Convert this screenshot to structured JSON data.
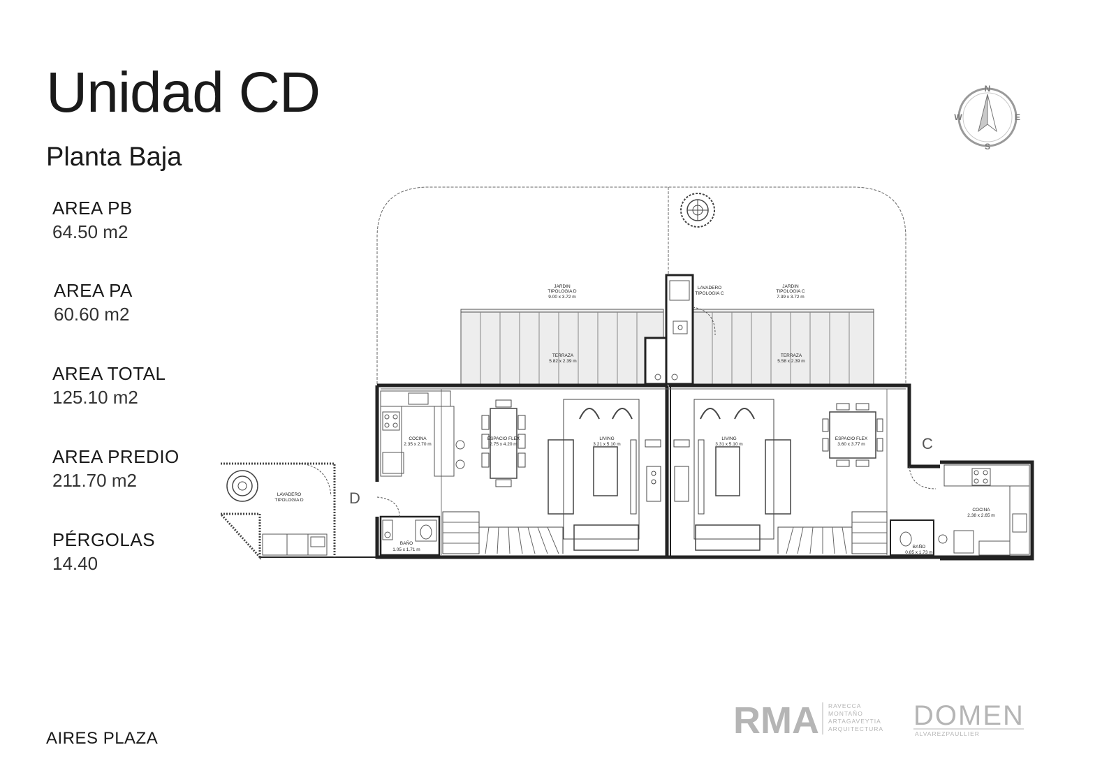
{
  "header": {
    "title": "Unidad CD",
    "subtitle": "Planta Baja"
  },
  "stats": [
    {
      "label": "AREA PB",
      "value": "64.50 m2"
    },
    {
      "label": "AREA PA",
      "value": "60.60 m2"
    },
    {
      "label": "AREA TOTAL",
      "value": "125.10 m2"
    },
    {
      "label": "AREA PREDIO",
      "value": "211.70 m2"
    },
    {
      "label": "PÉRGOLAS",
      "value": "14.40"
    }
  ],
  "footer": {
    "project": "AIRES PLAZA"
  },
  "compass": {
    "n": "N",
    "s": "S",
    "e": "E",
    "w": "W"
  },
  "plan": {
    "unit_d": "D",
    "unit_c": "C",
    "rooms": {
      "jardin_d": {
        "name": "JARDIN",
        "type": "TIPOLOGIA D",
        "dims": "9.00 x 3.72 m"
      },
      "jardin_c": {
        "name": "JARDIN",
        "type": "TIPOLOGIA C",
        "dims": "7.39 x 3.72 m"
      },
      "lavadero_c": {
        "name": "LAVADERO",
        "type": "TIPOLOGIA C"
      },
      "lavadero_d": {
        "name": "LAVADERO",
        "type": "TIPOLOGIA D"
      },
      "terraza_d": {
        "name": "TERRAZA",
        "dims": "5.82 x 2.39 m"
      },
      "terraza_c": {
        "name": "TERRAZA",
        "dims": "5.58 x 2.39 m"
      },
      "cocina_d": {
        "name": "COCINA",
        "dims": "2.35 x 2.70 m"
      },
      "flex_d": {
        "name": "ESPACIO FLEX",
        "dims": "2.75 x 4.20 m"
      },
      "living_d": {
        "name": "LIVING",
        "dims": "3.21 x 5.10 m"
      },
      "living_c": {
        "name": "LIVING",
        "dims": "3.31 x 5.10 m"
      },
      "flex_c": {
        "name": "ESPACIO FLEX",
        "dims": "3.60 x 3.77 m"
      },
      "cocina_c": {
        "name": "COCINA",
        "dims": "2.38 x 2.65 m"
      },
      "bano_d": {
        "name": "BAÑO",
        "dims": "1.05 x 1.71 m"
      },
      "bano_c": {
        "name": "BAÑO",
        "dims": "0.85 x 1.73 m"
      }
    }
  },
  "logos": {
    "rma": "RMA",
    "rma_lines": [
      "RAVECCA",
      "MONTAÑO",
      "ARTAGAVEYTIA",
      "ARQUITECTURA"
    ],
    "domen": "DOMEN",
    "domen_sub": "ALVAREZPAULLIER"
  }
}
